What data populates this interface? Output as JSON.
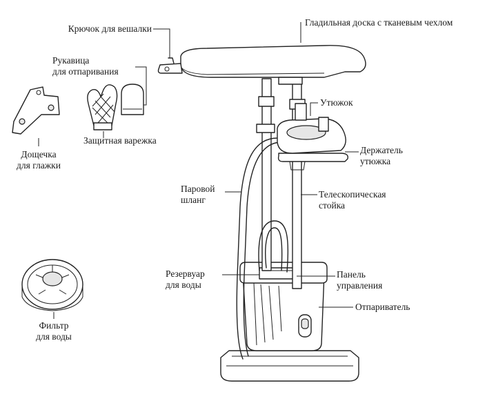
{
  "labels": {
    "hanger_hook": "Крючок для вешалки",
    "ironing_board": "Гладильная доска с тканевым чехлом",
    "steam_mitt_line1": "Рукавица",
    "steam_mitt_line2": "для отпаривания",
    "iron": "Утюжок",
    "protective_mitten": "Защитная варежка",
    "iron_holder_line1": "Держатель",
    "iron_holder_line2": "утюжка",
    "ironing_plate_line1": "Дощечка",
    "ironing_plate_line2": "для глажки",
    "steam_hose_line1": "Паровой",
    "steam_hose_line2": "шланг",
    "telescopic_pole_line1": "Телескопическая",
    "telescopic_pole_line2": "стойка",
    "water_tank_line1": "Резервуар",
    "water_tank_line2": "для воды",
    "control_panel_line1": "Панель",
    "control_panel_line2": "управления",
    "steamer": "Отпариватель",
    "water_filter_line1": "Фильтр",
    "water_filter_line2": "для воды"
  }
}
